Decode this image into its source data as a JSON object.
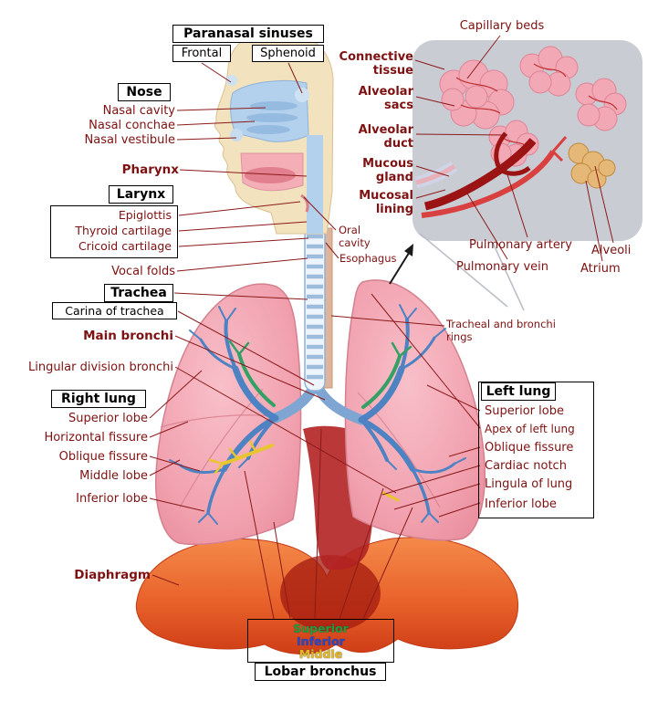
{
  "palette": {
    "background": "#ffffff",
    "label_text": "#7e1111",
    "boxed_text": "#000000",
    "leader_line": "#8b1a1a",
    "lung_pink": "#f2a0ae",
    "bronchi_blue": "#4d82c3",
    "bronchi_green": "#33a065",
    "bronchi_yellow": "#e9c52f",
    "diaphragm_orange": "#e8622a",
    "inset_gray": "#caccd4",
    "vessel_red": "#9b1313"
  },
  "labels": {
    "paranasal_sinuses": "Paranasal sinuses",
    "frontal": "Frontal",
    "sphenoid": "Sphenoid",
    "capillary_beds": "Capillary beds",
    "connective_tissue": "Connective tissue",
    "alveolar_sacs": "Alveolar sacs",
    "alveolar_duct": "Alveolar duct",
    "mucous_gland": "Mucous gland",
    "mucosal_lining": "Mucosal lining",
    "oral_cavity": "Oral cavity",
    "esophagus": "Esophagus",
    "pulmonary_artery": "Pulmonary artery",
    "pulmonary_vein": "Pulmonary vein",
    "alveoli": "Alveoli",
    "atrium": "Atrium",
    "nose": "Nose",
    "nasal_cavity": "Nasal cavity",
    "nasal_conchae": "Nasal conchae",
    "nasal_vestibule": "Nasal vestibule",
    "pharynx": "Pharynx",
    "larynx": "Larynx",
    "epiglottis": "Epiglottis",
    "thyroid_cartilage": "Thyroid cartilage",
    "cricoid_cartilage": "Cricoid cartilage",
    "vocal_folds": "Vocal folds",
    "trachea": "Trachea",
    "carina_of_trachea": "Carina of trachea",
    "main_bronchi": "Main bronchi",
    "lingular_division_bronchi": "Lingular division bronchi",
    "tracheal_rings": "Tracheal and bronchi rings",
    "right_lung": "Right lung",
    "right_superior_lobe": "Superior lobe",
    "horizontal_fissure": "Horizontal fissure",
    "right_oblique_fissure": "Oblique fissure",
    "middle_lobe": "Middle lobe",
    "right_inferior_lobe": "Inferior lobe",
    "left_lung": "Left lung",
    "left_superior_lobe": "Superior lobe",
    "apex_of_left_lung": "Apex of left lung",
    "left_oblique_fissure": "Oblique fissure",
    "cardiac_notch": "Cardiac notch",
    "lingula_of_lung": "Lingula of lung",
    "left_inferior_lobe": "Inferior lobe",
    "diaphragm": "Diaphragm",
    "lobar_bronchus": "Lobar bronchus"
  },
  "lobar_legend": [
    {
      "label": "Superior",
      "color": "#1e9e3e"
    },
    {
      "label": "Inferior",
      "color": "#2b46c8"
    },
    {
      "label": "Middle",
      "color": "#e7b81e"
    }
  ]
}
